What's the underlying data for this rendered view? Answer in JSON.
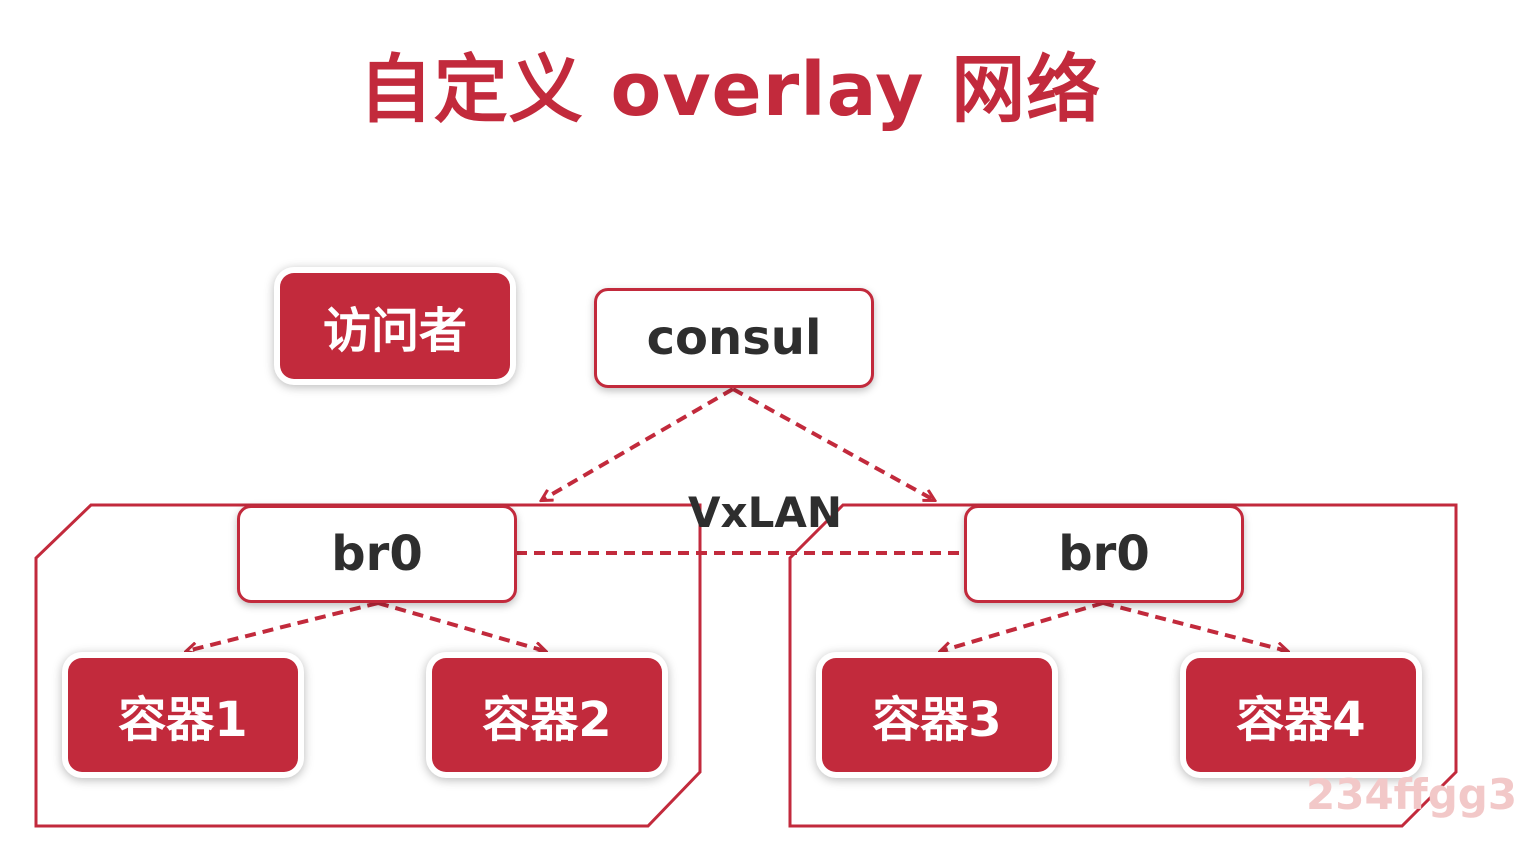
{
  "title": "自定义 overlay 网络",
  "visitor": "访问者",
  "consul": "consul",
  "vxlan_label": "VxLAN",
  "host_left": {
    "bridge": "br0",
    "containers": [
      "容器1",
      "容器2"
    ]
  },
  "host_right": {
    "bridge": "br0",
    "containers": [
      "容器3",
      "容器4"
    ]
  },
  "watermark": "234ffgg3",
  "colors": {
    "accent": "#c22a3c",
    "text_dark": "#2e2e2e",
    "background": "#ffffff"
  }
}
